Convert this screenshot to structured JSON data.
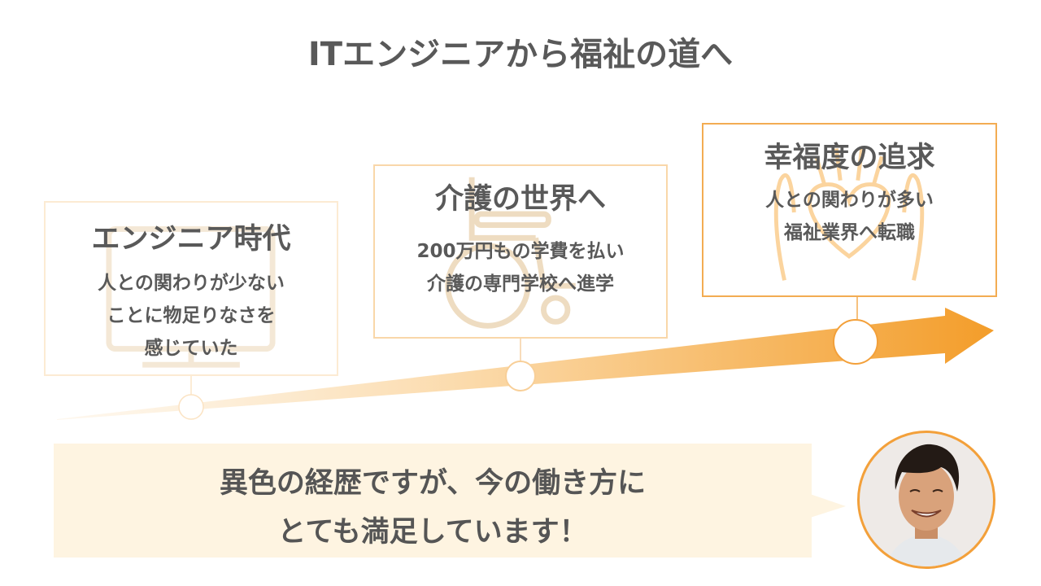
{
  "title": "ITエンジニアから福祉の道へ",
  "stages": [
    {
      "title": "エンジニア時代",
      "lines": [
        "人との関わりが少ない",
        "ことに物足りなさを",
        "感じていた"
      ],
      "icon": "monitor-icon"
    },
    {
      "title": "介護の世界へ",
      "lines": [
        "200万円もの学費を払い",
        "介護の専門学校へ進学"
      ],
      "icon": "wheelchair-icon"
    },
    {
      "title": "幸福度の追求",
      "lines": [
        "人との関わりが多い",
        "福祉業界へ転職"
      ],
      "icon": "heart-hands-icon"
    }
  ],
  "quote": {
    "lines": [
      "異色の経歴ですが、今の働き方に",
      "とても満足しています！"
    ]
  },
  "colors": {
    "accent": "#f3a03a",
    "bubble": "#fef4e1",
    "text": "#595959"
  }
}
